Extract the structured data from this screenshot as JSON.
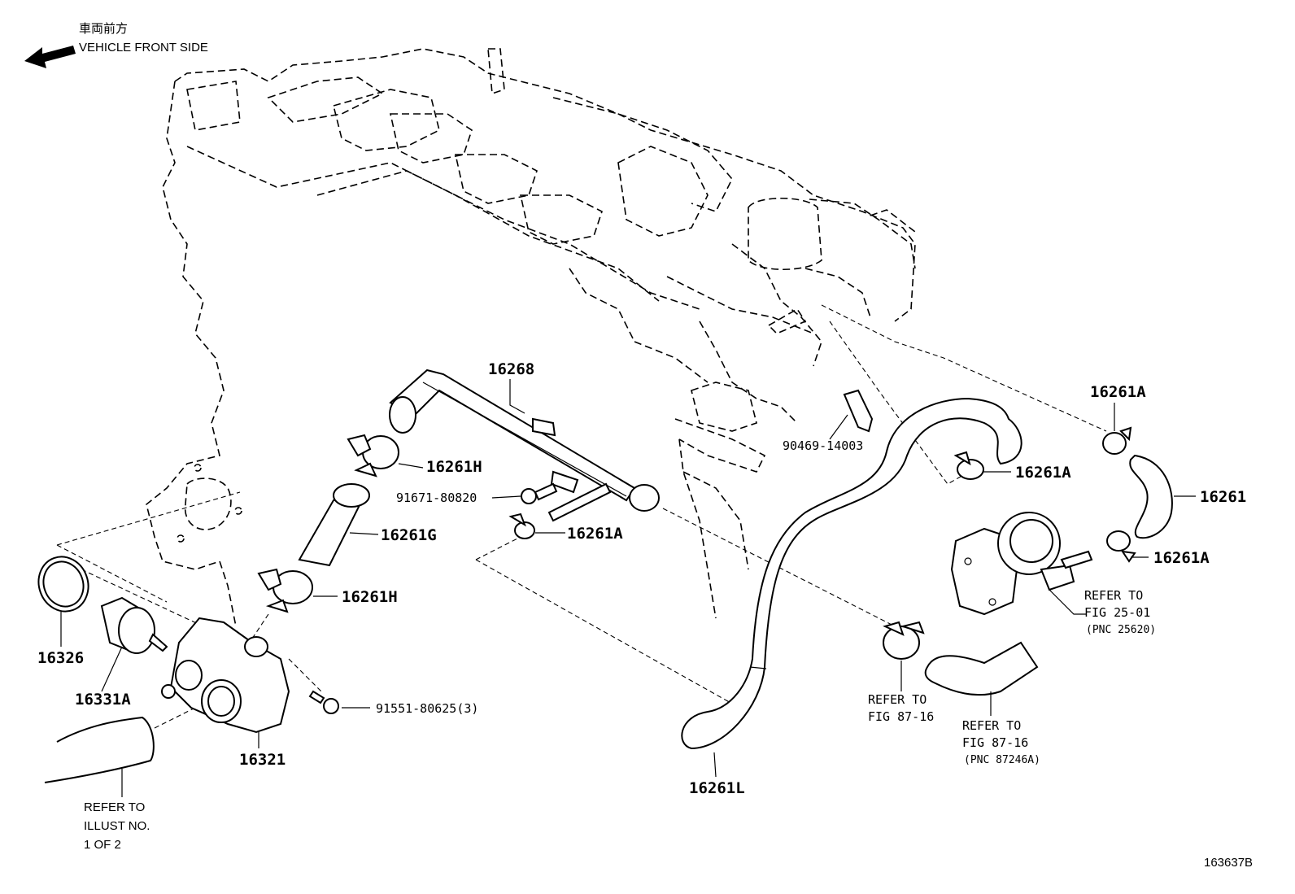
{
  "header": {
    "japanese": "車両前方",
    "direction": "VEHICLE FRONT SIDE"
  },
  "figure_id": "163637B",
  "parts": {
    "p16268": "16268",
    "p16261H_top": "16261H",
    "p16261G": "16261G",
    "p16261H_bottom": "16261H",
    "p91671": "91671-80820",
    "p16261A_mid": "16261A",
    "p90469": "90469-14003",
    "p16261A_upper": "16261A",
    "p16261A_top_right": "16261A",
    "p16261": "16261",
    "p16261A_right": "16261A",
    "p16326": "16326",
    "p16331A": "16331A",
    "p16321": "16321",
    "p91551": "91551-80625(3)",
    "p16261L": "16261L"
  },
  "references": {
    "illust": [
      "REFER TO",
      "ILLUST NO.",
      "1 OF 2"
    ],
    "fig25": [
      "REFER TO",
      "FIG 25-01",
      "(PNC 25620)"
    ],
    "fig87a": [
      "REFER TO",
      "FIG 87-16"
    ],
    "fig87b": [
      "REFER TO",
      "FIG 87-16",
      "(PNC 87246A)"
    ]
  }
}
